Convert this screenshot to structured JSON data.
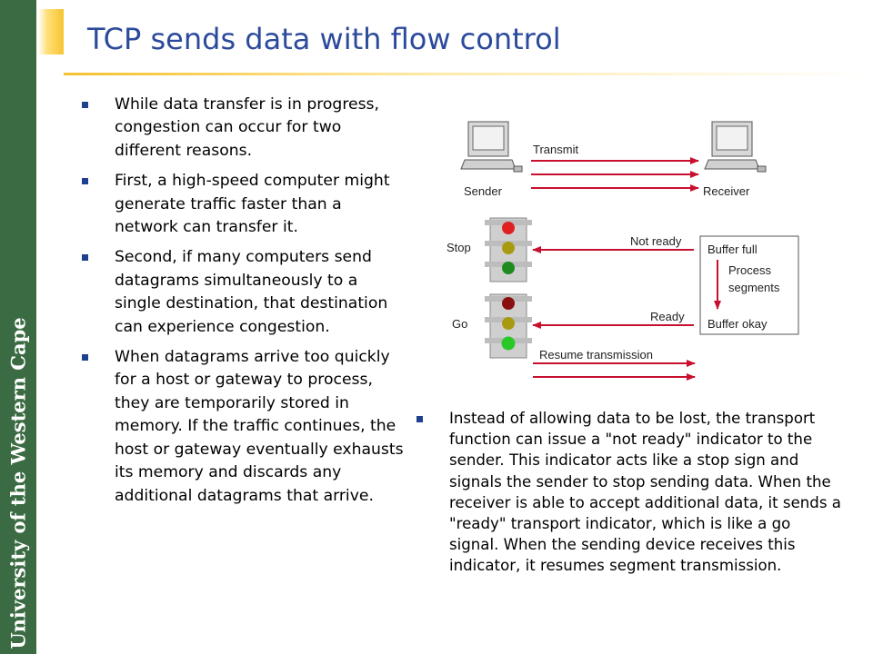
{
  "sidebar": {
    "text": "University of the Western Cape"
  },
  "slide": {
    "title": "TCP sends data with flow control"
  },
  "left_bullets": [
    {
      "text": "While data transfer is in progress, congestion can occur for two different reasons."
    },
    {
      "text": "First, a high-speed computer might generate traffic faster than a network can transfer it."
    },
    {
      "text": "Second, if many computers send datagrams simultaneously to a single destination, that destination can experience congestion."
    },
    {
      "text": "When datagrams arrive too quickly for a host or gateway to process, they are temporarily stored in memory. If the traffic continues, the host or gateway eventually exhausts its memory and discards any additional datagrams that arrive."
    }
  ],
  "right_bullets": [
    {
      "text": "Instead of allowing data to be lost, the transport function can issue a \"not ready\" indicator to the sender. This indicator acts like a stop sign and signals the sender to stop sending data. When the receiver is able to accept additional data, it sends a \"ready\" transport indicator, which is like a go signal. When the sending device receives this indicator, it resumes segment transmission."
    }
  ],
  "diagram": {
    "transmit_label": "Transmit",
    "sender_label": "Sender",
    "receiver_label": "Receiver",
    "stop_label": "Stop",
    "go_label": "Go",
    "not_ready_label": "Not ready",
    "ready_label": "Ready",
    "resume_label": "Resume transmission",
    "buffer_full_label": "Buffer full",
    "process_label_line1": "Process",
    "process_label_line2": "segments",
    "buffer_okay_label": "Buffer okay",
    "colors": {
      "arrow": "#c8102e",
      "light_red": "#e02020",
      "light_yellow": "#a89a10",
      "light_green": "#28c828"
    }
  }
}
